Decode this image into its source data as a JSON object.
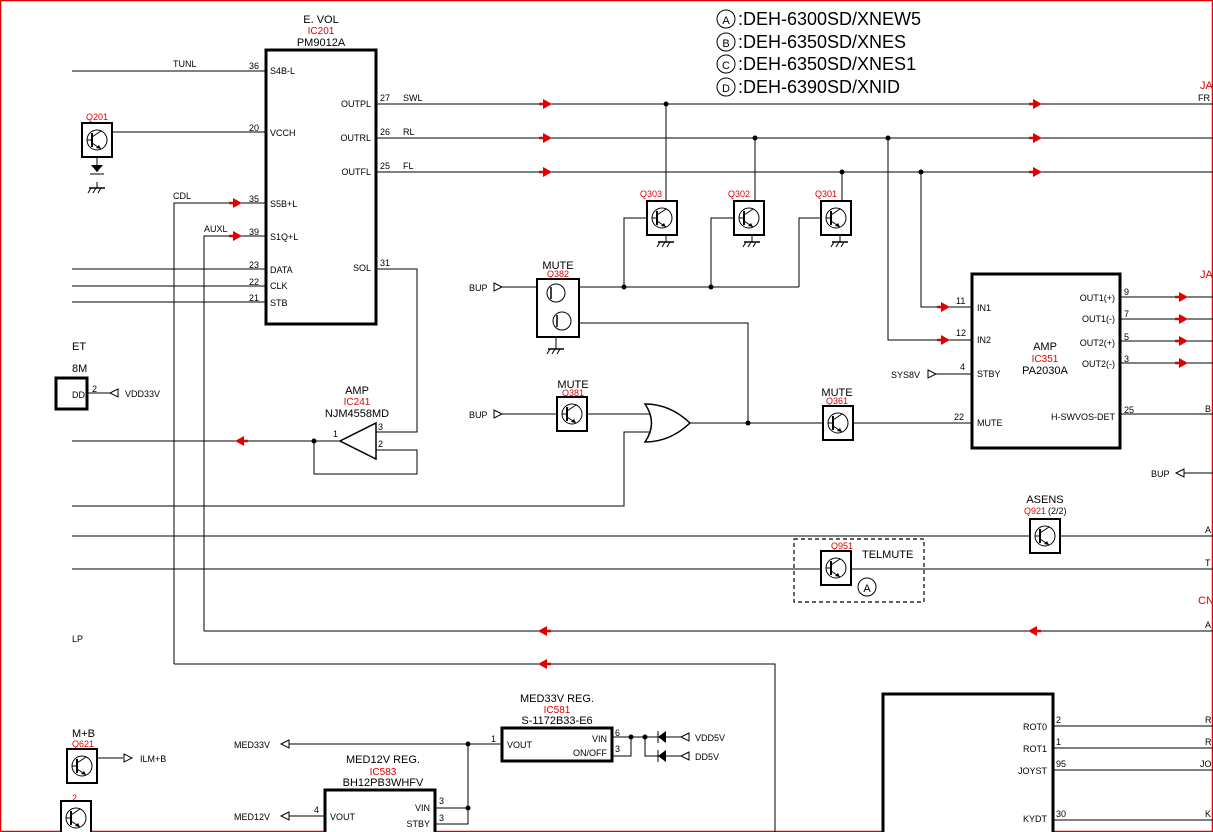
{
  "variants": [
    {
      "letter": "A",
      "model": ":DEH-6300SD/XNEW5"
    },
    {
      "letter": "B",
      "model": ":DEH-6350SD/XNES"
    },
    {
      "letter": "C",
      "model": ":DEH-6350SD/XNES1"
    },
    {
      "letter": "D",
      "model": ":DEH-6390SD/XNID"
    }
  ],
  "ic201": {
    "name": "E. VOL",
    "ref": "IC201",
    "part": "PM9012A",
    "pins": [
      {
        "num": "36",
        "label": "S4B-L",
        "net": "TUNL"
      },
      {
        "num": "20",
        "label": "VCCH"
      },
      {
        "num": "35",
        "label": "S5B+L",
        "net": "CDL"
      },
      {
        "num": "39",
        "label": "S1Q+L",
        "net": "AUXL"
      },
      {
        "num": "23",
        "label": "DATA"
      },
      {
        "num": "22",
        "label": "CLK"
      },
      {
        "num": "21",
        "label": "STB"
      },
      {
        "num": "27",
        "label": "OUTPL",
        "net": "SWL"
      },
      {
        "num": "26",
        "label": "OUTRL",
        "net": "RL"
      },
      {
        "num": "25",
        "label": "OUTFL",
        "net": "FL"
      },
      {
        "num": "31",
        "label": "SOL"
      }
    ]
  },
  "q201": "Q201",
  "transistors": {
    "q303": "Q303",
    "q302": "Q302",
    "q301": "Q301"
  },
  "mute1": {
    "name": "MUTE",
    "ref": "Q382",
    "input": "BUP"
  },
  "mute2": {
    "name": "MUTE",
    "ref": "Q381",
    "input": "BUP"
  },
  "mute3": {
    "name": "MUTE",
    "ref": "Q361"
  },
  "ic241": {
    "name": "AMP",
    "ref": "IC241",
    "part": "NJM4558MD",
    "pins": [
      "1",
      "3",
      "2"
    ]
  },
  "ic351": {
    "name": "AMP",
    "ref": "IC351",
    "part": "PA2030A",
    "pins": [
      {
        "num": "11",
        "label": "IN1"
      },
      {
        "num": "12",
        "label": "IN2"
      },
      {
        "num": "4",
        "label": "STBY",
        "net": "SYS8V"
      },
      {
        "num": "22",
        "label": "MUTE"
      },
      {
        "num": "9",
        "label": "OUT1(+)"
      },
      {
        "num": "7",
        "label": "OUT1(-)"
      },
      {
        "num": "5",
        "label": "OUT2(+)"
      },
      {
        "num": "3",
        "label": "OUT2(-)"
      },
      {
        "num": "25",
        "label": "H-SWVOS-DET"
      }
    ]
  },
  "asens": {
    "name": "ASENS",
    "ref": "Q921",
    "suffix": "(2/2)"
  },
  "telmute": {
    "name": "TELMUTE",
    "ref": "Q951",
    "variant": "A"
  },
  "ic581": {
    "name": "MED33V REG.",
    "ref": "IC581",
    "part": "S-1172B33-E6",
    "pins": [
      {
        "num": "1",
        "label": "VOUT"
      },
      {
        "num": "6",
        "label": "VIN"
      },
      {
        "num": "3",
        "label": "ON/OFF"
      }
    ]
  },
  "ic583": {
    "name": "MED12V REG.",
    "ref": "IC583",
    "part": "BH12PB3WHFV",
    "pins": [
      {
        "num": "4",
        "label": "VOUT"
      },
      {
        "num": "3",
        "label": "VIN"
      },
      {
        "num": "",
        "label": "STBY"
      }
    ]
  },
  "nets": {
    "med33v": "MED33V",
    "med12v": "MED12V",
    "vdd5v": "VDD5V",
    "dd5v": "DD5V",
    "vdd33v": "VDD33V",
    "ilmb": "ILM+B",
    "bup": "BUP",
    "sys8v": "SYS8V"
  },
  "right_ic": {
    "pins": [
      {
        "num": "2",
        "label": "ROT0"
      },
      {
        "num": "1",
        "label": "ROT1"
      },
      {
        "num": "95",
        "label": "JOYST"
      },
      {
        "num": "30",
        "label": "KYDT"
      }
    ]
  },
  "edge": {
    "et": "ET",
    "m8": "8M",
    "dd": "DD",
    "lp": "LP",
    "pin2": "2",
    "ilm": "M+B",
    "q621": "Q621",
    "q621pin": "2",
    "ja1": "JA",
    "fr": "FR",
    "ja2": "JA",
    "b": "B",
    "a1": "A",
    "t": "T",
    "cn": "CN",
    "a2": "A",
    "r1": "R",
    "r2": "R",
    "jo": "JO",
    "k": "K"
  }
}
